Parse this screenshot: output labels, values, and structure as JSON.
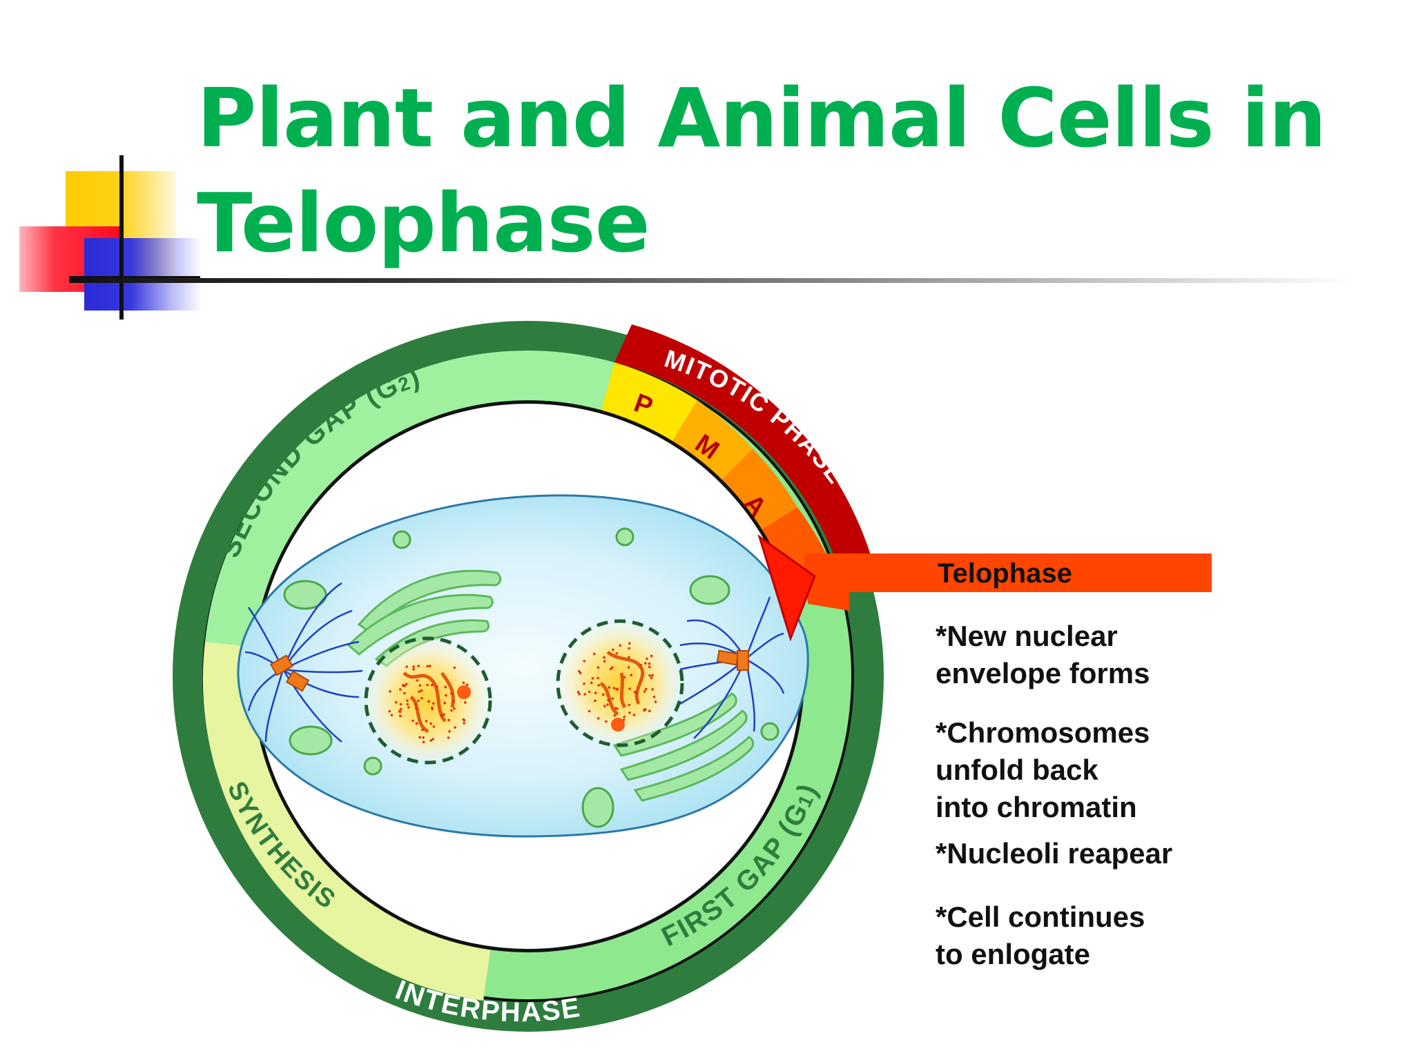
{
  "slide": {
    "title": "Plant and Animal Cells in Telophase"
  },
  "cycle": {
    "interphase": "INTERPHASE",
    "second_gap_text": "SECOND GAP (G",
    "second_gap_sub": "2",
    "synthesis": "SYNTHESIS",
    "first_gap_text": "FIRST GAP (G",
    "first_gap_sub": "1",
    "close_paren": ")",
    "mitotic_phase": "MITOTIC PHASE",
    "prophase": "P",
    "metaphase": "M",
    "anaphase": "A"
  },
  "callout": {
    "label": "Telophase",
    "notes": [
      {
        "lines": [
          "*New nuclear",
          "envelope forms"
        ]
      },
      {
        "lines": [
          "*Chromosomes",
          "unfold back",
          "into chromatin"
        ]
      },
      {
        "lines": [
          "*Nucleoli reapear"
        ]
      },
      {
        "lines": [
          "*Cell continues",
          "to enlogate"
        ]
      }
    ]
  },
  "colors": {
    "title": "#00b050",
    "outer_ring": "#2e7d3e",
    "inner_band": "#8ee88e",
    "synthesis_band": "#e8f5a0",
    "mitotic_band": "#c00000",
    "telophase_arrow": "#ff4500",
    "cytoplasm": "#d8f4fb"
  }
}
